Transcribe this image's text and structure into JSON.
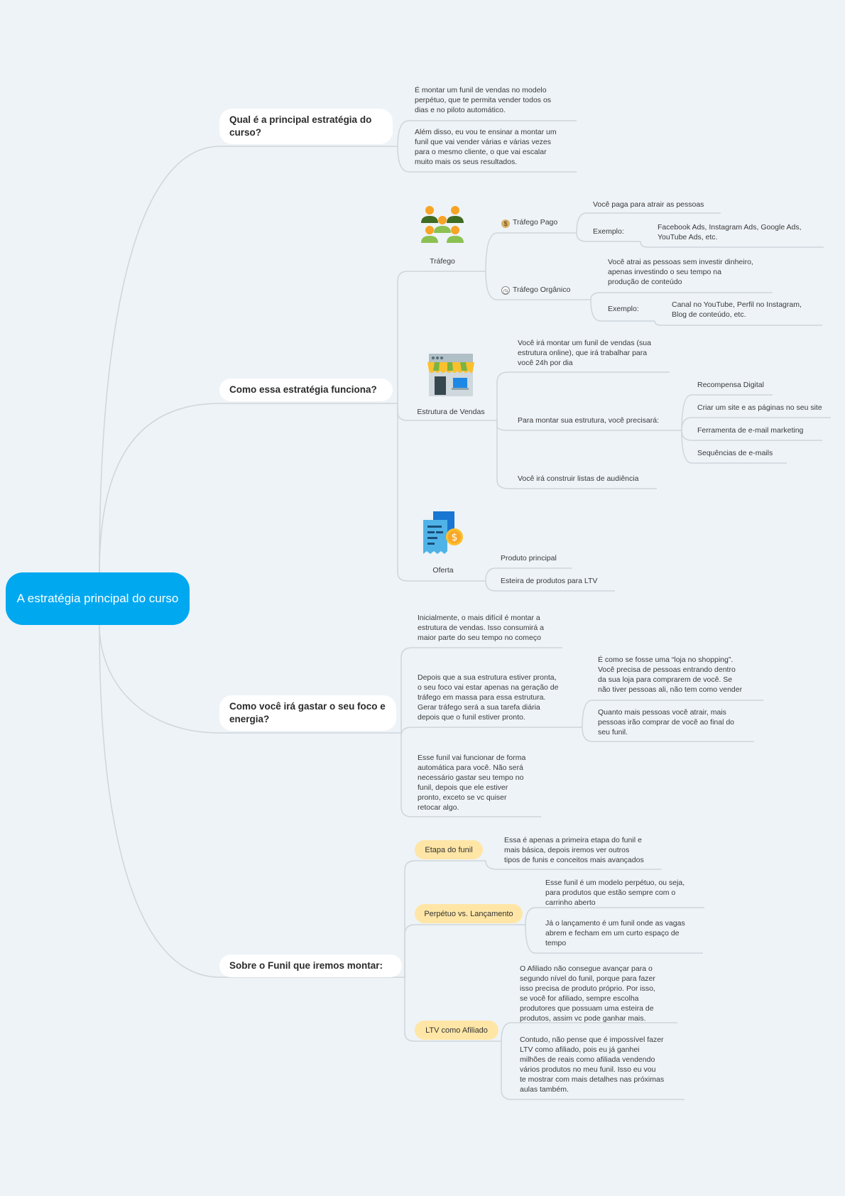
{
  "root": {
    "title": "A estratégia principal do curso"
  },
  "q1": {
    "title": "Qual é a principal estratégia do curso?",
    "a1": "É montar um funil de vendas no modelo\nperpétuo, que te permita vender todos os\ndias e no piloto automático.",
    "a2": "Além disso, eu vou te ensinar a montar um\nfunil que vai vender várias e várias vezes\npara o mesmo cliente, o que vai escalar\nmuito mais os seus resultados."
  },
  "q2": {
    "title": "Como essa estratégia funciona?",
    "trafego": {
      "label": "Tráfego",
      "icon": "people-group-icon",
      "pago": {
        "label": "Tráfego Pago",
        "icon": "money-bag-icon",
        "desc": "Você paga para atrair as pessoas",
        "exemplo_label": "Exemplo:",
        "exemplo": "Facebook Ads, Instagram Ads, Google Ads,\nYouTube Ads, etc."
      },
      "organico": {
        "label": "Tráfego Orgânico",
        "icon": "clock-icon",
        "desc": "Você atrai as pessoas sem investir dinheiro,\napenas investindo o seu tempo na\nprodução de conteúdo",
        "exemplo_label": "Exemplo:",
        "exemplo": "Canal no YouTube, Perfil no Instagram,\nBlog de conteúdo, etc."
      }
    },
    "estrutura": {
      "label": "Estrutura de Vendas",
      "icon": "storefront-icon",
      "desc": "Você irá montar um funil de vendas (sua\nestrutura online), que irá trabalhar para\nvocê 24h por dia",
      "precisara": "Para montar sua estrutura, você precisará:",
      "itens": [
        "Recompensa Digital",
        "Criar um site e as páginas no seu site",
        "Ferramenta de e-mail marketing",
        "Sequências de e-mails"
      ],
      "listas": "Você irá construir listas de audiência"
    },
    "oferta": {
      "label": "Oferta",
      "icon": "receipt-coin-icon",
      "itens": [
        "Produto principal",
        "Esteira de produtos para LTV"
      ]
    }
  },
  "q3": {
    "title": "Como você irá gastar o seu foco e energia?",
    "a1": "Inicialmente, o mais difícil é montar a\nestrutura de vendas. Isso consumirá a\nmaior parte do seu tempo no começo",
    "a2": "Depois que a sua estrutura estiver pronta,\no seu foco vai estar apenas na geração de\ntráfego em massa para essa estrutura.\nGerar tráfego será a sua tarefa diária\ndepois que o funil estiver pronto.",
    "a2_sub1": "É como se fosse uma “loja no shopping”.\nVocê precisa de pessoas entrando dentro\nda sua loja para comprarem de você. Se\nnão tiver pessoas ali, não tem como vender",
    "a2_sub2": "Quanto mais pessoas você atrair, mais\npessoas irão comprar de você ao final do\nseu funil.",
    "a3": "Esse funil vai funcionar de forma\nautomática para você. Não será\nnecessário gastar seu tempo no\nfunil, depois que ele estiver\npronto, exceto se vc quiser\nretocar algo."
  },
  "q4": {
    "title": "Sobre o Funil que iremos montar:",
    "etapa": {
      "label": "Etapa do funil",
      "desc": "Essa é apenas a primeira etapa do funil e\nmais básica, depois iremos ver outros\ntipos de funis e conceitos mais avançados"
    },
    "perpetuo": {
      "label": "Perpétuo vs. Lançamento",
      "a1": "Esse funil é um modelo perpétuo, ou seja,\npara produtos que estão sempre com o\ncarrinho aberto",
      "a2": "Já o lançamento é um funil onde as vagas\nabrem e fecham em um curto espaço de\ntempo"
    },
    "ltv": {
      "label": "LTV como Afiliado",
      "a1": "O Afiliado não consegue avançar para o\nsegundo nível do funil, porque para fazer\nisso precisa de produto próprio. Por isso,\nse você for afiliado, sempre escolha\nprodutores que possuam uma esteira de\nprodutos, assim vc pode ganhar mais.",
      "a2": "Contudo, não pense que é impossível fazer\nLTV como afiliado, pois eu já ganhei\nmilhões de reais como afiliada vendendo\nvários produtos no meu funil. Isso eu vou\nte mostrar com mais detalhes nas próximas\naulas também."
    }
  },
  "colors": {
    "root": "#00a8f0",
    "background": "#eef3f7",
    "highlight": "#ffe6a6",
    "line": "#cfd8de"
  }
}
